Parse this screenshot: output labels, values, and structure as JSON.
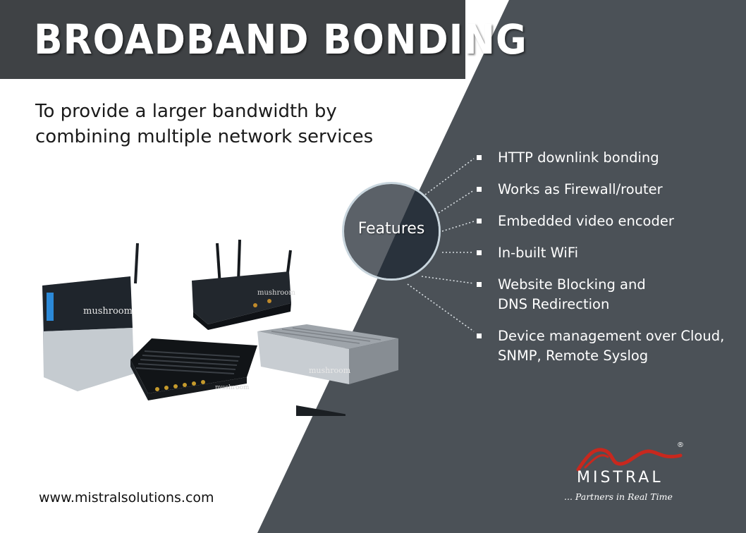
{
  "title": "BROADBAND BONDING",
  "subtitle": "To provide a larger bandwidth by combining multiple network services",
  "features_label": "Features",
  "features": [
    "HTTP downlink bonding",
    "Works as Firewall/router",
    "Embedded video encoder",
    "In-built WiFi",
    "Website Blocking and\nDNS Redirection",
    "Device management over Cloud,\nSNMP, Remote Syslog"
  ],
  "device_brand_text": "mushroom",
  "website": "www.mistralsolutions.com",
  "logo": {
    "name": "MISTRAL",
    "tagline": "... Partners in Real Time",
    "registered_mark": "®"
  },
  "colors": {
    "dark_panel": "#4b5157",
    "title_bar": "#3f4245",
    "accent_red": "#c8281e",
    "text_dark": "#1a1a1a",
    "text_light": "#ffffff"
  }
}
